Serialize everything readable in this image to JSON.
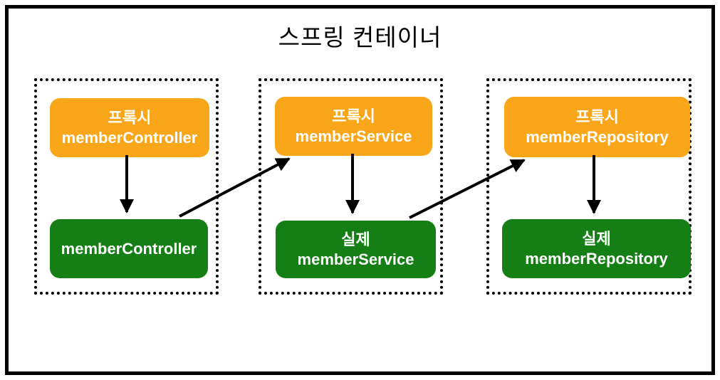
{
  "title": "스프링 컨테이너",
  "colors": {
    "proxy_box": "#FAA61A",
    "real_box": "#157E15",
    "frame": "#000000",
    "label_text": "#FFFFFF"
  },
  "groups": [
    {
      "proxy": {
        "line1": "프록시",
        "line2": "memberController"
      },
      "real": {
        "line1": "",
        "line2": "memberController"
      }
    },
    {
      "proxy": {
        "line1": "프록시",
        "line2": "memberService"
      },
      "real": {
        "line1": "실제",
        "line2": "memberService"
      }
    },
    {
      "proxy": {
        "line1": "프록시",
        "line2": "memberRepository"
      },
      "real": {
        "line1": "실제",
        "line2": "memberRepository"
      }
    }
  ]
}
